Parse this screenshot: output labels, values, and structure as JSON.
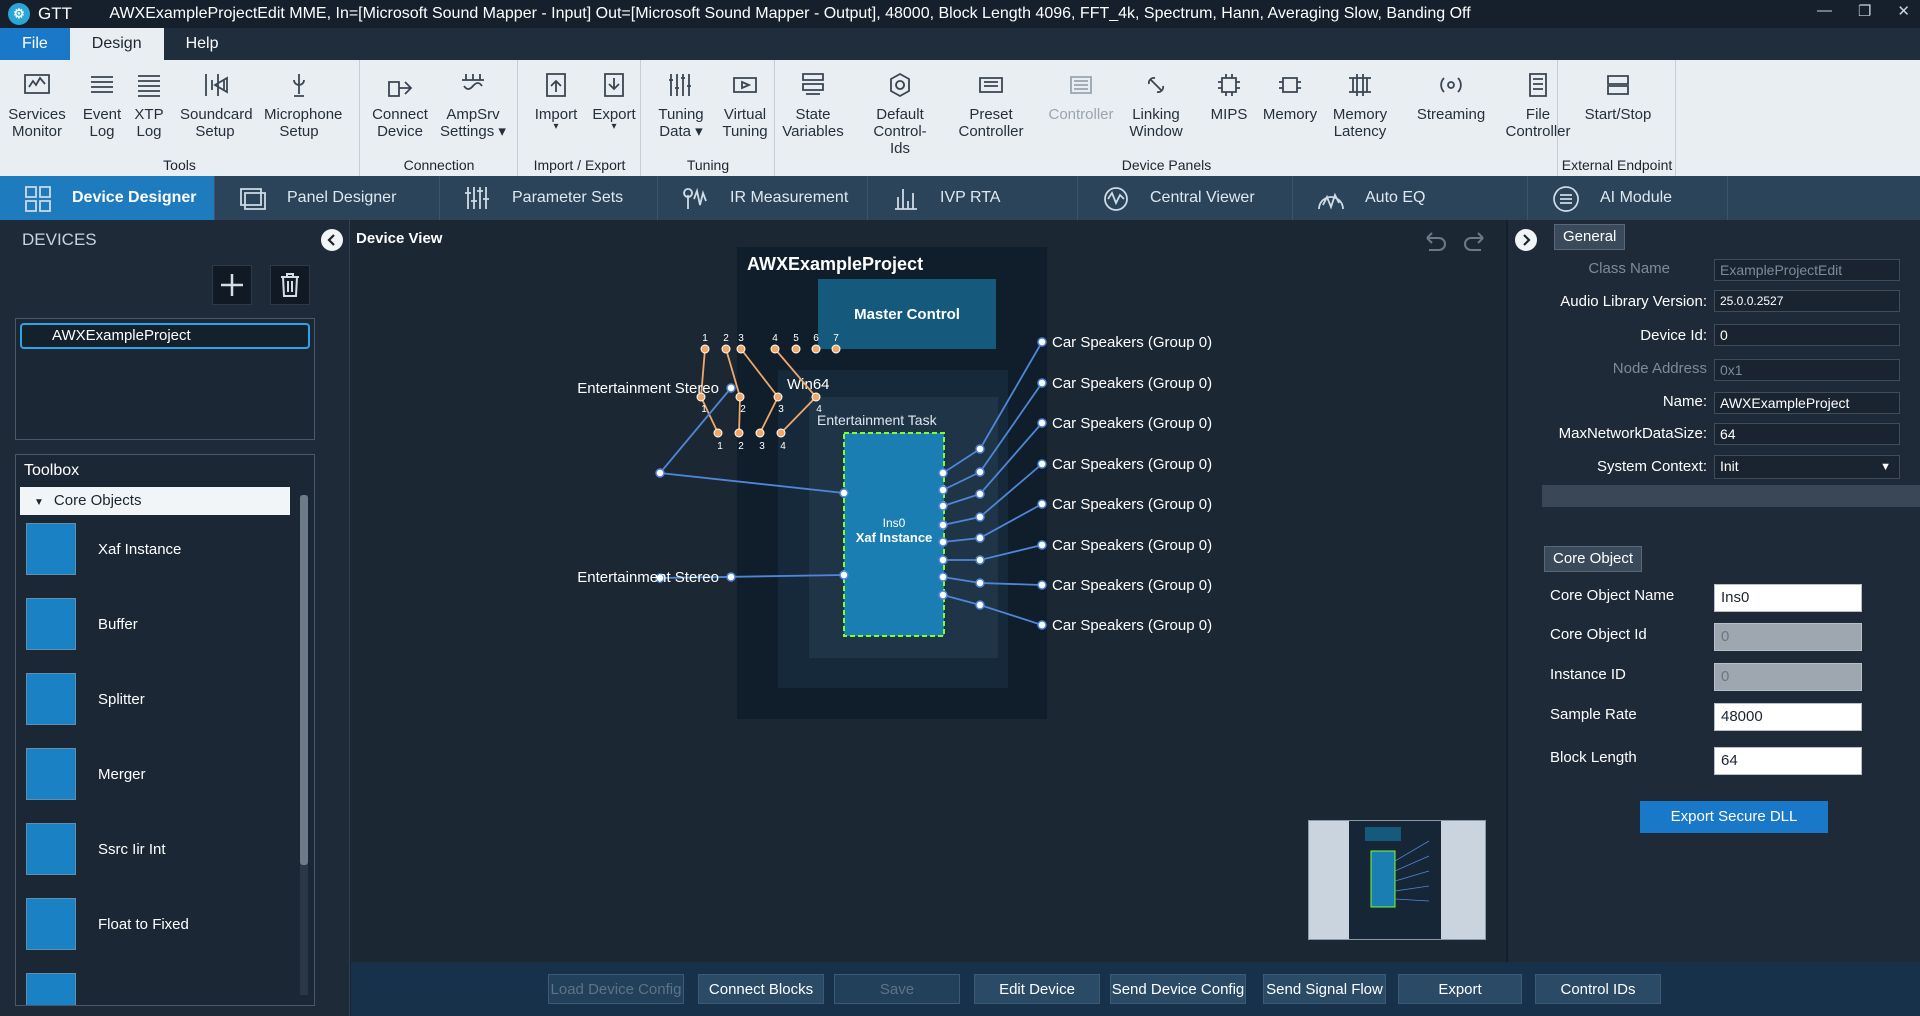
{
  "app": {
    "name": "GTT",
    "window_title": "AWXExampleProjectEdit MME, In=[Microsoft Sound Mapper - Input] Out=[Microsoft Sound Mapper - Output], 48000, Block Length 4096, FFT_4k, Spectrum, Hann, Averaging Slow, Banding Off",
    "controls": {
      "minimize": "—",
      "restore": "❐",
      "close": "✕"
    }
  },
  "menu": [
    "File",
    "Design",
    "Help"
  ],
  "ribbon": {
    "groups": [
      {
        "label": "Tools",
        "buttons": [
          {
            "line1": "Services",
            "line2": "Monitor",
            "icon": "services-monitor-icon"
          },
          {
            "line1": "Event",
            "line2": "Log",
            "icon": "event-log-icon"
          },
          {
            "line1": "XTP",
            "line2": "Log",
            "icon": "xtp-log-icon"
          },
          {
            "line1": "Soundcard",
            "line2": "Setup",
            "icon": "soundcard-icon"
          },
          {
            "line1": "Microphone",
            "line2": "Setup",
            "icon": "microphone-icon"
          }
        ]
      },
      {
        "label": "Connection",
        "buttons": [
          {
            "line1": "Connect",
            "line2": "Device",
            "icon": "connect-device-icon"
          },
          {
            "line1": "AmpSrv",
            "line2": "Settings",
            "icon": "ampsrv-settings-icon",
            "caret": "▾"
          }
        ]
      },
      {
        "label": "Import / Export",
        "buttons": [
          {
            "line1": "Import",
            "line2": "",
            "icon": "import-icon",
            "caret": "▾"
          },
          {
            "line1": "Export",
            "line2": "",
            "icon": "export-icon",
            "caret": "▾"
          }
        ]
      },
      {
        "label": "Tuning",
        "buttons": [
          {
            "line1": "Tuning",
            "line2": "Data",
            "icon": "tuning-data-icon",
            "caret": "▾"
          },
          {
            "line1": "Virtual",
            "line2": "Tuning",
            "icon": "virtual-tuning-icon"
          }
        ]
      },
      {
        "label": "Device Panels",
        "buttons": [
          {
            "line1": "State",
            "line2": "Variables",
            "icon": "state-variables-icon"
          },
          {
            "line1": "Default",
            "line2": "Control-Ids",
            "icon": "control-ids-icon"
          },
          {
            "line1": "Preset",
            "line2": "Controller",
            "icon": "preset-controller-icon"
          },
          {
            "line1": "Controller",
            "line2": "",
            "icon": "controller-icon",
            "disabled": true
          },
          {
            "line1": "Linking",
            "line2": "Window",
            "icon": "linking-window-icon"
          },
          {
            "line1": "MIPS",
            "line2": "",
            "icon": "mips-icon"
          },
          {
            "line1": "Memory",
            "line2": "",
            "icon": "memory-icon"
          },
          {
            "line1": "Memory",
            "line2": "Latency",
            "icon": "memory-latency-icon"
          },
          {
            "line1": "Streaming",
            "line2": "",
            "icon": "streaming-icon"
          },
          {
            "line1": "File",
            "line2": "Controller",
            "icon": "file-controller-icon"
          }
        ]
      },
      {
        "label": "External Endpoint",
        "buttons": [
          {
            "line1": "Start/Stop",
            "line2": "",
            "icon": "start-stop-icon"
          }
        ]
      }
    ]
  },
  "tabs": [
    {
      "label": "Device Designer",
      "icon": "device-designer-icon",
      "active": true
    },
    {
      "label": "Panel Designer",
      "icon": "panel-designer-icon"
    },
    {
      "label": "Parameter Sets",
      "icon": "parameter-sets-icon"
    },
    {
      "label": "IR Measurement",
      "icon": "ir-measurement-icon"
    },
    {
      "label": "IVP RTA",
      "icon": "ivp-rta-icon"
    },
    {
      "label": "Central Viewer",
      "icon": "central-viewer-icon"
    },
    {
      "label": "Auto EQ",
      "icon": "auto-eq-icon"
    },
    {
      "label": "AI Module",
      "icon": "ai-module-icon"
    }
  ],
  "devices": {
    "title": "DEVICES",
    "add_icon": "plus-icon",
    "delete_icon": "trash-icon",
    "collapse_icon": "chevron-left-icon",
    "list": [
      "AWXExampleProject"
    ]
  },
  "toolbox": {
    "title": "Toolbox",
    "category": "Core Objects",
    "expand_icon": "triangle-down-icon",
    "items": [
      "Xaf Instance",
      "Buffer",
      "Splitter",
      "Merger",
      "Ssrc Iir Int",
      "Float to Fixed"
    ]
  },
  "device_view": {
    "title": "Device View",
    "undo_icon": "undo-icon",
    "redo_icon": "redo-icon",
    "project_name": "AWXExampleProject",
    "master_control": "Master Control",
    "master_pins": [
      "1",
      "2",
      "3",
      "4",
      "5",
      "6",
      "7"
    ],
    "core": "Win64",
    "task": "Entertainment Task",
    "task_pins": [
      "1",
      "2",
      "3",
      "4"
    ],
    "instance_name": "Ins0",
    "instance_type": "Xaf Instance",
    "instance_pins": [
      "1",
      "2",
      "3",
      "4"
    ],
    "inputs": [
      "Entertainment Stereo",
      "Entertainment Stereo"
    ],
    "outputs": [
      "Car Speakers (Group 0)",
      "Car Speakers (Group 0)",
      "Car Speakers (Group 0)",
      "Car Speakers (Group 0)",
      "Car Speakers (Group 0)",
      "Car Speakers (Group 0)",
      "Car Speakers (Group 0)",
      "Car Speakers (Group 0)"
    ],
    "colors": {
      "audio_wire": "#4f86d9",
      "control_wire": "#f0a868",
      "instance_fill": "#1a7eb3",
      "selection": "#7cff2a"
    }
  },
  "properties": {
    "expand_icon": "chevron-right-icon",
    "general_header": "General",
    "class_name_label": "Class Name",
    "class_name": "ExampleProjectEdit",
    "audio_lib_label": "Audio Library Version:",
    "audio_lib": "25.0.0.2527",
    "device_id_label": "Device Id:",
    "device_id": "0",
    "node_address_label": "Node Address",
    "node_address": "0x1",
    "name_label": "Name:",
    "name": "AWXExampleProject",
    "maxnet_label": "MaxNetworkDataSize:",
    "maxnet": "64",
    "system_context_label": "System Context:",
    "system_context": "Init",
    "dropdown_icon": "chevron-down-icon",
    "core_header": "Core Object",
    "core_name_label": "Core Object Name",
    "core_name": "Ins0",
    "core_id_label": "Core Object Id",
    "core_id": "0",
    "instance_id_label": "Instance ID",
    "instance_id": "0",
    "sample_rate_label": "Sample Rate",
    "sample_rate": "48000",
    "block_length_label": "Block Length",
    "block_length": "64",
    "export_button": "Export Secure DLL"
  },
  "bottom_buttons": [
    {
      "label": "Load Device Config",
      "disabled": true
    },
    {
      "label": "Connect Blocks"
    },
    {
      "label": "Save",
      "disabled": true
    },
    {
      "label": "Edit Device"
    },
    {
      "label": "Send Device Config"
    },
    {
      "label": "Send Signal Flow"
    },
    {
      "label": "Export"
    },
    {
      "label": "Control IDs"
    }
  ]
}
